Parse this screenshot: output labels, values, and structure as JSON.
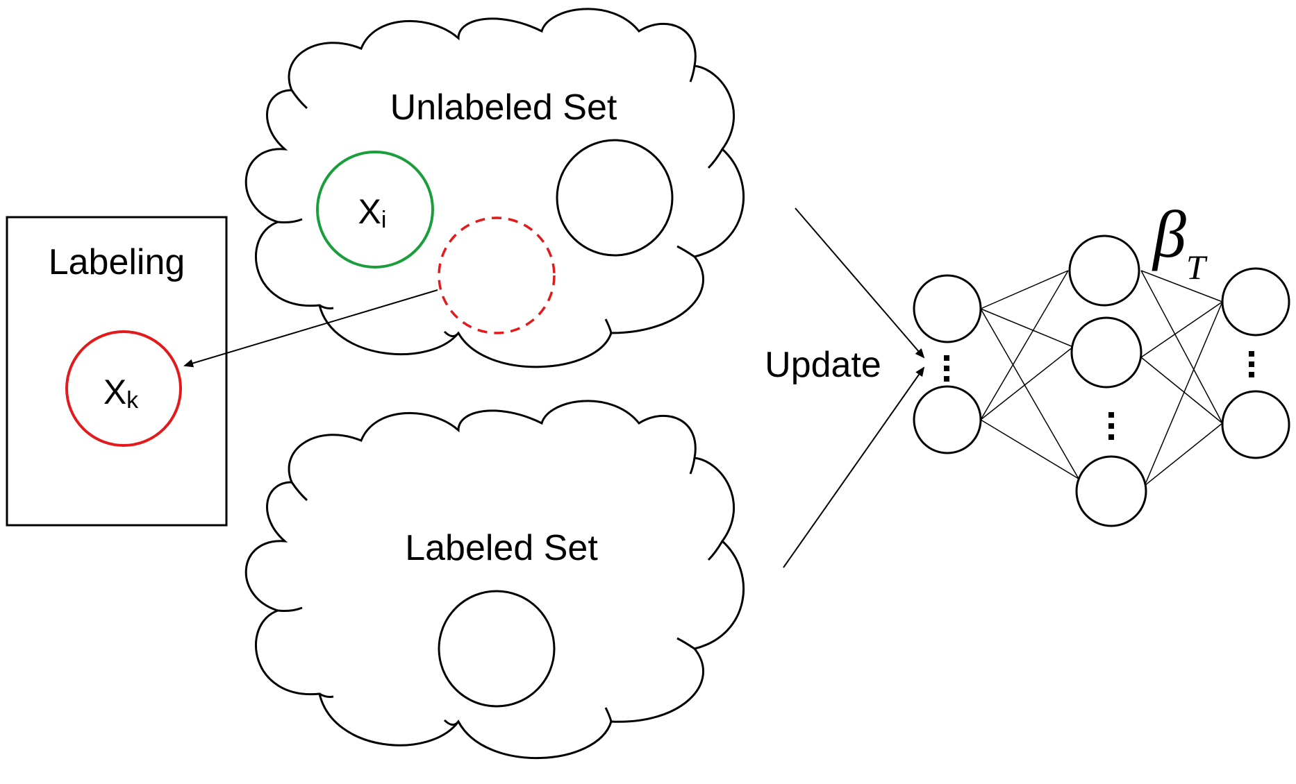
{
  "labels": {
    "unlabeled_set": "Unlabeled Set",
    "labeled_set": "Labeled Set",
    "labeling": "Labeling",
    "update": "Update",
    "xi_base": "X",
    "xi_sub": "i",
    "xk_base": "X",
    "xk_sub": "k",
    "beta": "β",
    "beta_sub": "T"
  },
  "colors": {
    "stroke": "#000000",
    "selected_sample": "#1a9e3c",
    "queried_sample": "#e31a1c"
  }
}
